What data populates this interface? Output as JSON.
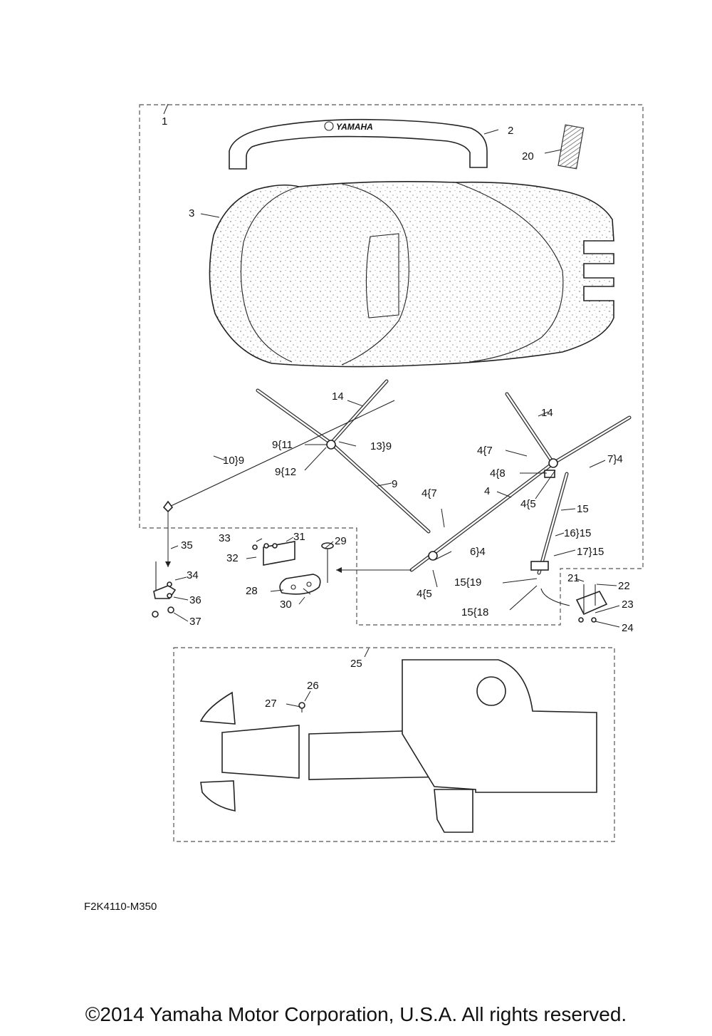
{
  "brand_text": "YAMAHA",
  "drawing_code": "F2K4110-M350",
  "copyright": "©2014 Yamaha Motor Corporation, U.S.A. All rights reserved.",
  "callouts": [
    "1",
    "2",
    "3",
    "20",
    "14",
    "14",
    "9{11",
    "9{12",
    "13}9",
    "10}9",
    "9",
    "4{7",
    "4{8",
    "7}4",
    "4{5",
    "4",
    "15",
    "4{7",
    "16}15",
    "17}15",
    "6}4",
    "4{5",
    "15{19",
    "15{18",
    "35",
    "33",
    "31",
    "29",
    "32",
    "34",
    "36",
    "28",
    "30",
    "37",
    "21",
    "22",
    "23",
    "24",
    "25",
    "26",
    "27"
  ]
}
